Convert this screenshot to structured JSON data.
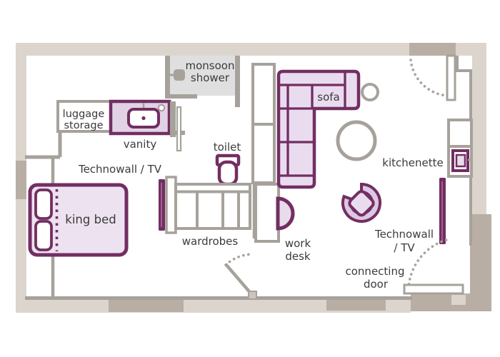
{
  "diagram_type": "hotel-suite-floor-plan",
  "palette": {
    "wall_light": "#dcd5ce",
    "wall_dark": "#b9aea4",
    "interior_gray": "#a6a29b",
    "furniture_outline_purple": "#722e62",
    "furniture_fill_purple": "#eadcef",
    "shower_fill": "#e0dfdf",
    "label_text": "#3b3b3b",
    "background": "#ffffff"
  },
  "labels": {
    "monsoon_shower": [
      "monsoon",
      "shower"
    ],
    "luggage_storage": [
      "luggage",
      "storage"
    ],
    "vanity": "vanity",
    "technowall_bedroom": "Technowall / TV",
    "toilet": "toilet",
    "king_bed": "king bed",
    "wardrobes": "wardrobes",
    "sofa": "sofa",
    "work_desk": [
      "work",
      "desk"
    ],
    "kitchenette": "kitchenette",
    "technowall_living": [
      "Technowall",
      "/ TV"
    ],
    "connecting_door": [
      "connecting",
      "door"
    ]
  }
}
